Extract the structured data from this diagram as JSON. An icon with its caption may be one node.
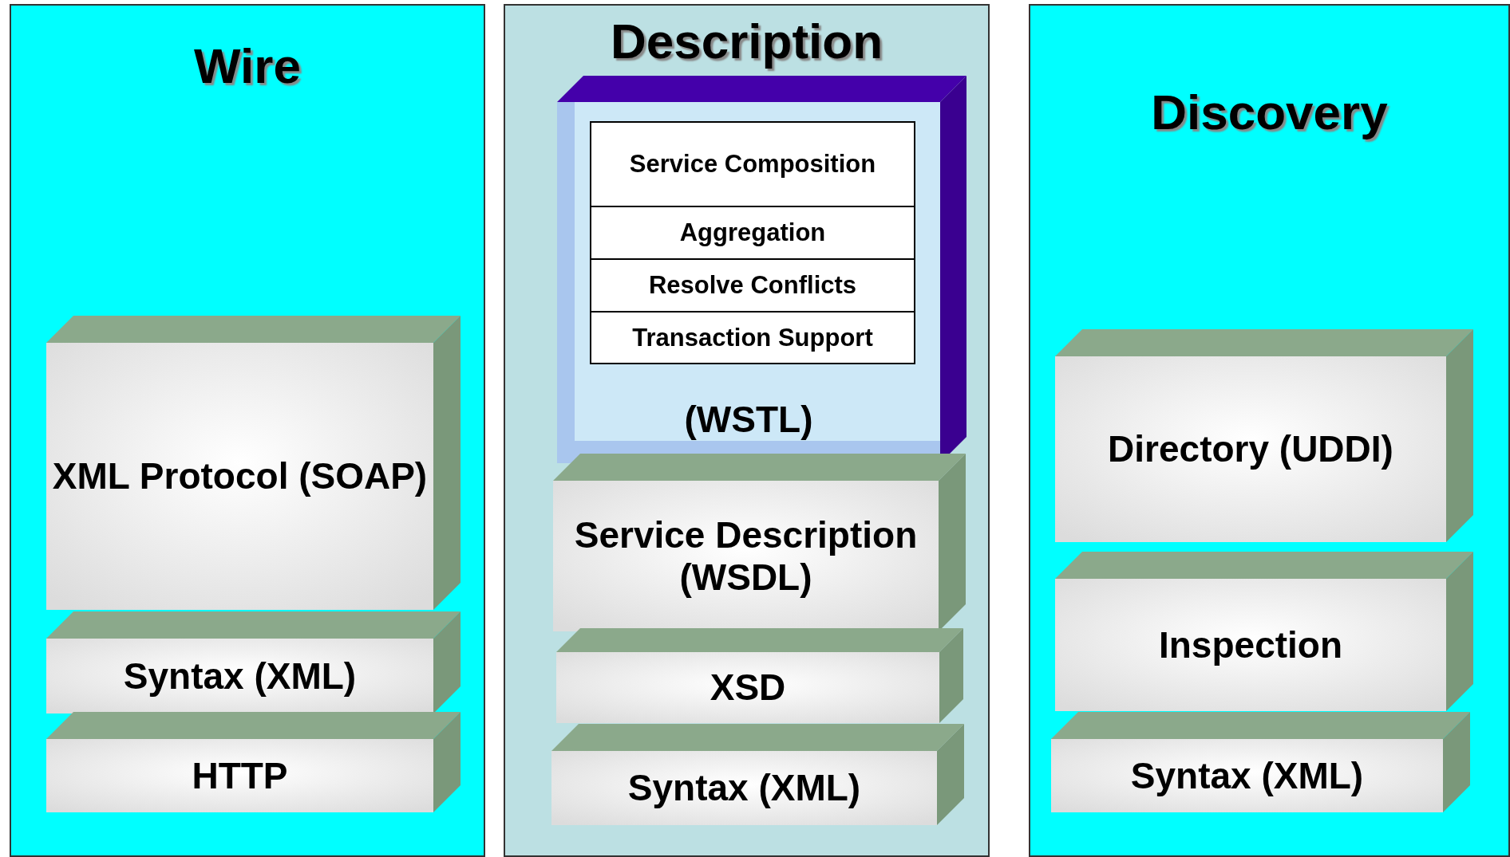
{
  "diagram": {
    "nodes": [
      {
        "text": [
          "Wire"
        ]
      },
      {
        "text": [
          "XML Protocol (SOAP)"
        ],
        "in": 0
      },
      {
        "text": [
          "Syntax (XML)"
        ],
        "in": 0
      },
      {
        "text": [
          "HTTP"
        ],
        "in": 0
      },
      {
        "text": [
          "Description"
        ]
      },
      {
        "text": [
          "(WSTL)"
        ],
        "in": 4
      },
      {
        "text": [
          "Service Composition"
        ],
        "in": 5
      },
      {
        "text": [
          "Aggregation"
        ],
        "in": 5
      },
      {
        "text": [
          "Resolve Conflicts"
        ],
        "in": 5
      },
      {
        "text": [
          "Transaction Support"
        ],
        "in": 5
      },
      {
        "text": [
          "Service Description (WSDL)"
        ],
        "in": 4
      },
      {
        "text": [
          "XSD"
        ],
        "in": 4
      },
      {
        "text": [
          "Syntax (XML)"
        ],
        "in": 4
      },
      {
        "text": [
          "Discovery"
        ]
      },
      {
        "text": [
          "Directory (UDDI)"
        ],
        "in": 13
      },
      {
        "text": [
          "Inspection"
        ],
        "in": 13
      },
      {
        "text": [
          "Syntax (XML)"
        ],
        "in": 13
      }
    ]
  }
}
